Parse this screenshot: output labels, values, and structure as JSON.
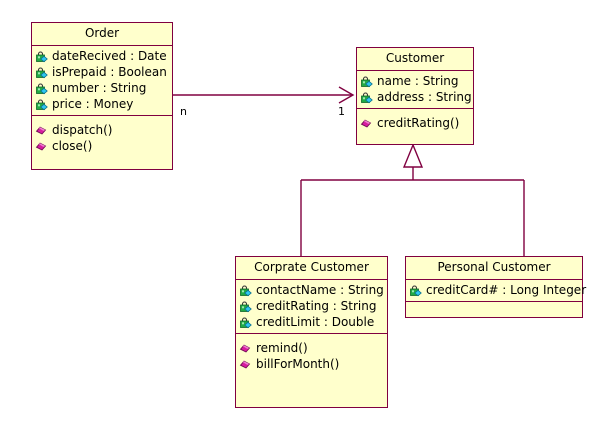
{
  "diagram": {
    "type": "uml-class-diagram",
    "background": "#ffffff",
    "box_fill": "#ffffcc",
    "line_color": "#800040",
    "text_color": "#000000",
    "attribute_icon": "private-attribute-lock-icon",
    "operation_icon": "public-operation-diamond-icon"
  },
  "classes": {
    "order": {
      "name": "Order",
      "attributes": [
        "dateRecived : Date",
        "isPrepaid : Boolean",
        "number : String",
        "price : Money"
      ],
      "operations": [
        "dispatch()",
        "close()"
      ]
    },
    "customer": {
      "name": "Customer",
      "attributes": [
        "name : String",
        "address : String"
      ],
      "operations": [
        "creditRating()"
      ]
    },
    "corprate_customer": {
      "name": "Corprate Customer",
      "attributes": [
        "contactName : String",
        "creditRating : String",
        "creditLimit : Double"
      ],
      "operations": [
        "remind()",
        "billForMonth()"
      ]
    },
    "personal_customer": {
      "name": "Personal Customer",
      "attributes": [
        "creditCard# : Long Integer"
      ],
      "operations": []
    }
  },
  "relationships": {
    "order_to_customer": {
      "kind": "association",
      "source_multiplicity": "n",
      "target_multiplicity": "1"
    },
    "generalizations": [
      {
        "kind": "generalization",
        "child": "Corprate Customer",
        "parent": "Customer"
      },
      {
        "kind": "generalization",
        "child": "Personal Customer",
        "parent": "Customer"
      }
    ]
  }
}
